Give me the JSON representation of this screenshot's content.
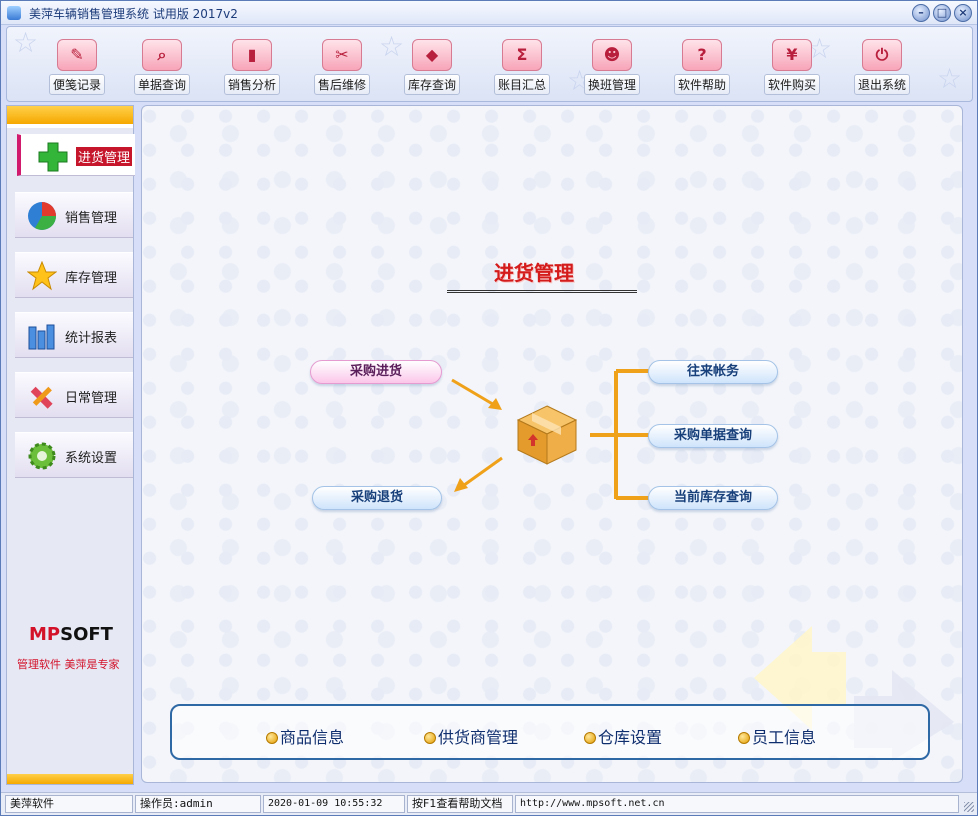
{
  "window": {
    "title": "美萍车辆销售管理系统 试用版 2017v2",
    "controls": [
      "minimize-icon",
      "maximize-icon",
      "close-icon"
    ]
  },
  "toolbar": {
    "buttons": [
      {
        "label": "便笺记录",
        "icon": "note-icon",
        "glyph": "✎"
      },
      {
        "label": "单据查询",
        "icon": "magnifier-icon",
        "glyph": "⌕"
      },
      {
        "label": "销售分析",
        "icon": "bar-chart-icon",
        "glyph": "▮"
      },
      {
        "label": "售后维修",
        "icon": "screwdriver-icon",
        "glyph": "✂"
      },
      {
        "label": "库存查询",
        "icon": "boxes-icon",
        "glyph": "◆"
      },
      {
        "label": "账目汇总",
        "icon": "sigma-icon",
        "glyph": "Σ"
      },
      {
        "label": "换班管理",
        "icon": "users-icon",
        "glyph": "☻"
      },
      {
        "label": "软件帮助",
        "icon": "question-icon",
        "glyph": "?"
      },
      {
        "label": "软件购买",
        "icon": "yen-icon",
        "glyph": "¥"
      },
      {
        "label": "退出系统",
        "icon": "power-icon",
        "glyph": "⏻"
      }
    ]
  },
  "sidebar": {
    "items": [
      {
        "label": "进货管理",
        "icon": "green-plus-icon",
        "active": true
      },
      {
        "label": "销售管理",
        "icon": "pie-chart-icon",
        "active": false
      },
      {
        "label": "库存管理",
        "icon": "star-icon",
        "active": false
      },
      {
        "label": "统计报表",
        "icon": "report-bars-icon",
        "active": false
      },
      {
        "label": "日常管理",
        "icon": "tools-icon",
        "active": false
      },
      {
        "label": "系统设置",
        "icon": "gear-icon",
        "active": false
      }
    ],
    "logo_prefix": "M",
    "logo_mid": "P",
    "logo_suffix": "SOFT",
    "slogan": "管理软件 美萍是专家"
  },
  "main": {
    "title": "进货管理",
    "actions_left": [
      {
        "label": "采购进货"
      },
      {
        "label": "采购退货"
      }
    ],
    "actions_right": [
      {
        "label": "往来帐务"
      },
      {
        "label": "采购单据查询"
      },
      {
        "label": "当前库存查询"
      }
    ],
    "center_icon": "package-box-icon",
    "quick_links": [
      {
        "label": "商品信息"
      },
      {
        "label": "供货商管理"
      },
      {
        "label": "仓库设置"
      },
      {
        "label": "员工信息"
      }
    ]
  },
  "statusbar": {
    "company": "美萍软件",
    "operator": "操作员:admin",
    "datetime": "2020-01-09 10:55:32",
    "help": "按F1查看帮助文档",
    "url": "http://www.mpsoft.net.cn"
  },
  "colors": {
    "accent_red": "#d41c1c",
    "active_bar": "#d11a6e",
    "orange": "#f0a11a",
    "frame_blue": "#2f69a5"
  }
}
